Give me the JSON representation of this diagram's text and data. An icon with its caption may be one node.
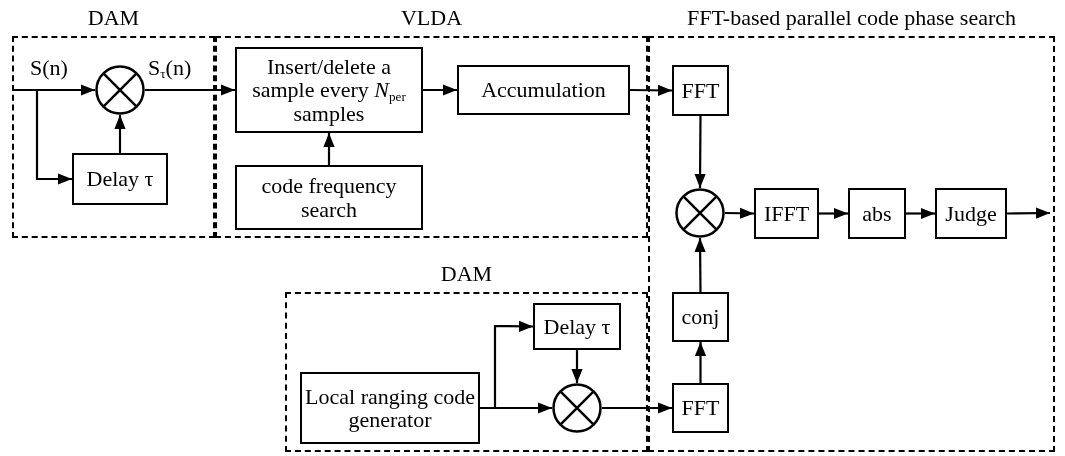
{
  "diagram": {
    "nodes": [
      {
        "text": [
          "DAM"
        ]
      },
      {
        "text": [],
        "shape": "circle",
        "in": 0
      },
      {
        "text": [
          "Delay τ"
        ],
        "in": 0
      },
      {
        "text": [
          "VLDA"
        ]
      },
      {
        "text": [
          "Insert/delete a sample every *N*$_{per}$ samples"
        ],
        "in": 3
      },
      {
        "text": [
          "code frequency search"
        ],
        "in": 3
      },
      {
        "text": [
          "Accumulation"
        ],
        "in": 3
      },
      {
        "text": [
          "FFT-based parallel code phase search"
        ]
      },
      {
        "text": [
          "FFT"
        ],
        "in": 7
      },
      {
        "text": [],
        "shape": "circle",
        "in": 7
      },
      {
        "text": [
          "IFFT"
        ],
        "in": 7
      },
      {
        "text": [
          "abs"
        ],
        "in": 7
      },
      {
        "text": [
          "Judge"
        ],
        "in": 7
      },
      {
        "text": [
          "conj"
        ],
        "in": 7
      },
      {
        "text": [
          "FFT"
        ],
        "in": 7
      },
      {
        "text": [
          "DAM"
        ]
      },
      {
        "text": [
          "Local ranging code generator"
        ],
        "in": 15
      },
      {
        "text": [
          "Delay τ"
        ],
        "in": 15
      },
      {
        "text": [],
        "shape": "circle",
        "in": 15
      }
    ],
    "edges": [
      {
        "from": null,
        "to": 1,
        "arrow": "to",
        "label": "S(n)"
      },
      {
        "from": null,
        "to": 2,
        "arrow": "to"
      },
      {
        "from": 2,
        "to": 1,
        "arrow": "to"
      },
      {
        "from": 1,
        "to": 4,
        "arrow": "to",
        "label": "S$_{τ}$(n)"
      },
      {
        "from": 5,
        "to": 4,
        "arrow": "to"
      },
      {
        "from": 4,
        "to": 6,
        "arrow": "to"
      },
      {
        "from": 6,
        "to": 8,
        "arrow": "to"
      },
      {
        "from": 8,
        "to": 9,
        "arrow": "to"
      },
      {
        "from": 13,
        "to": 9,
        "arrow": "to"
      },
      {
        "from": 14,
        "to": 13,
        "arrow": "to"
      },
      {
        "from": 9,
        "to": 10,
        "arrow": "to"
      },
      {
        "from": 10,
        "to": 11,
        "arrow": "to"
      },
      {
        "from": 11,
        "to": 12,
        "arrow": "to"
      },
      {
        "from": 12,
        "to": null,
        "arrow": "to"
      },
      {
        "from": 16,
        "to": 18,
        "arrow": "to"
      },
      {
        "from": 16,
        "to": 17,
        "arrow": "to"
      },
      {
        "from": 17,
        "to": 18,
        "arrow": "to"
      },
      {
        "from": 18,
        "to": 14,
        "arrow": "to"
      }
    ]
  }
}
